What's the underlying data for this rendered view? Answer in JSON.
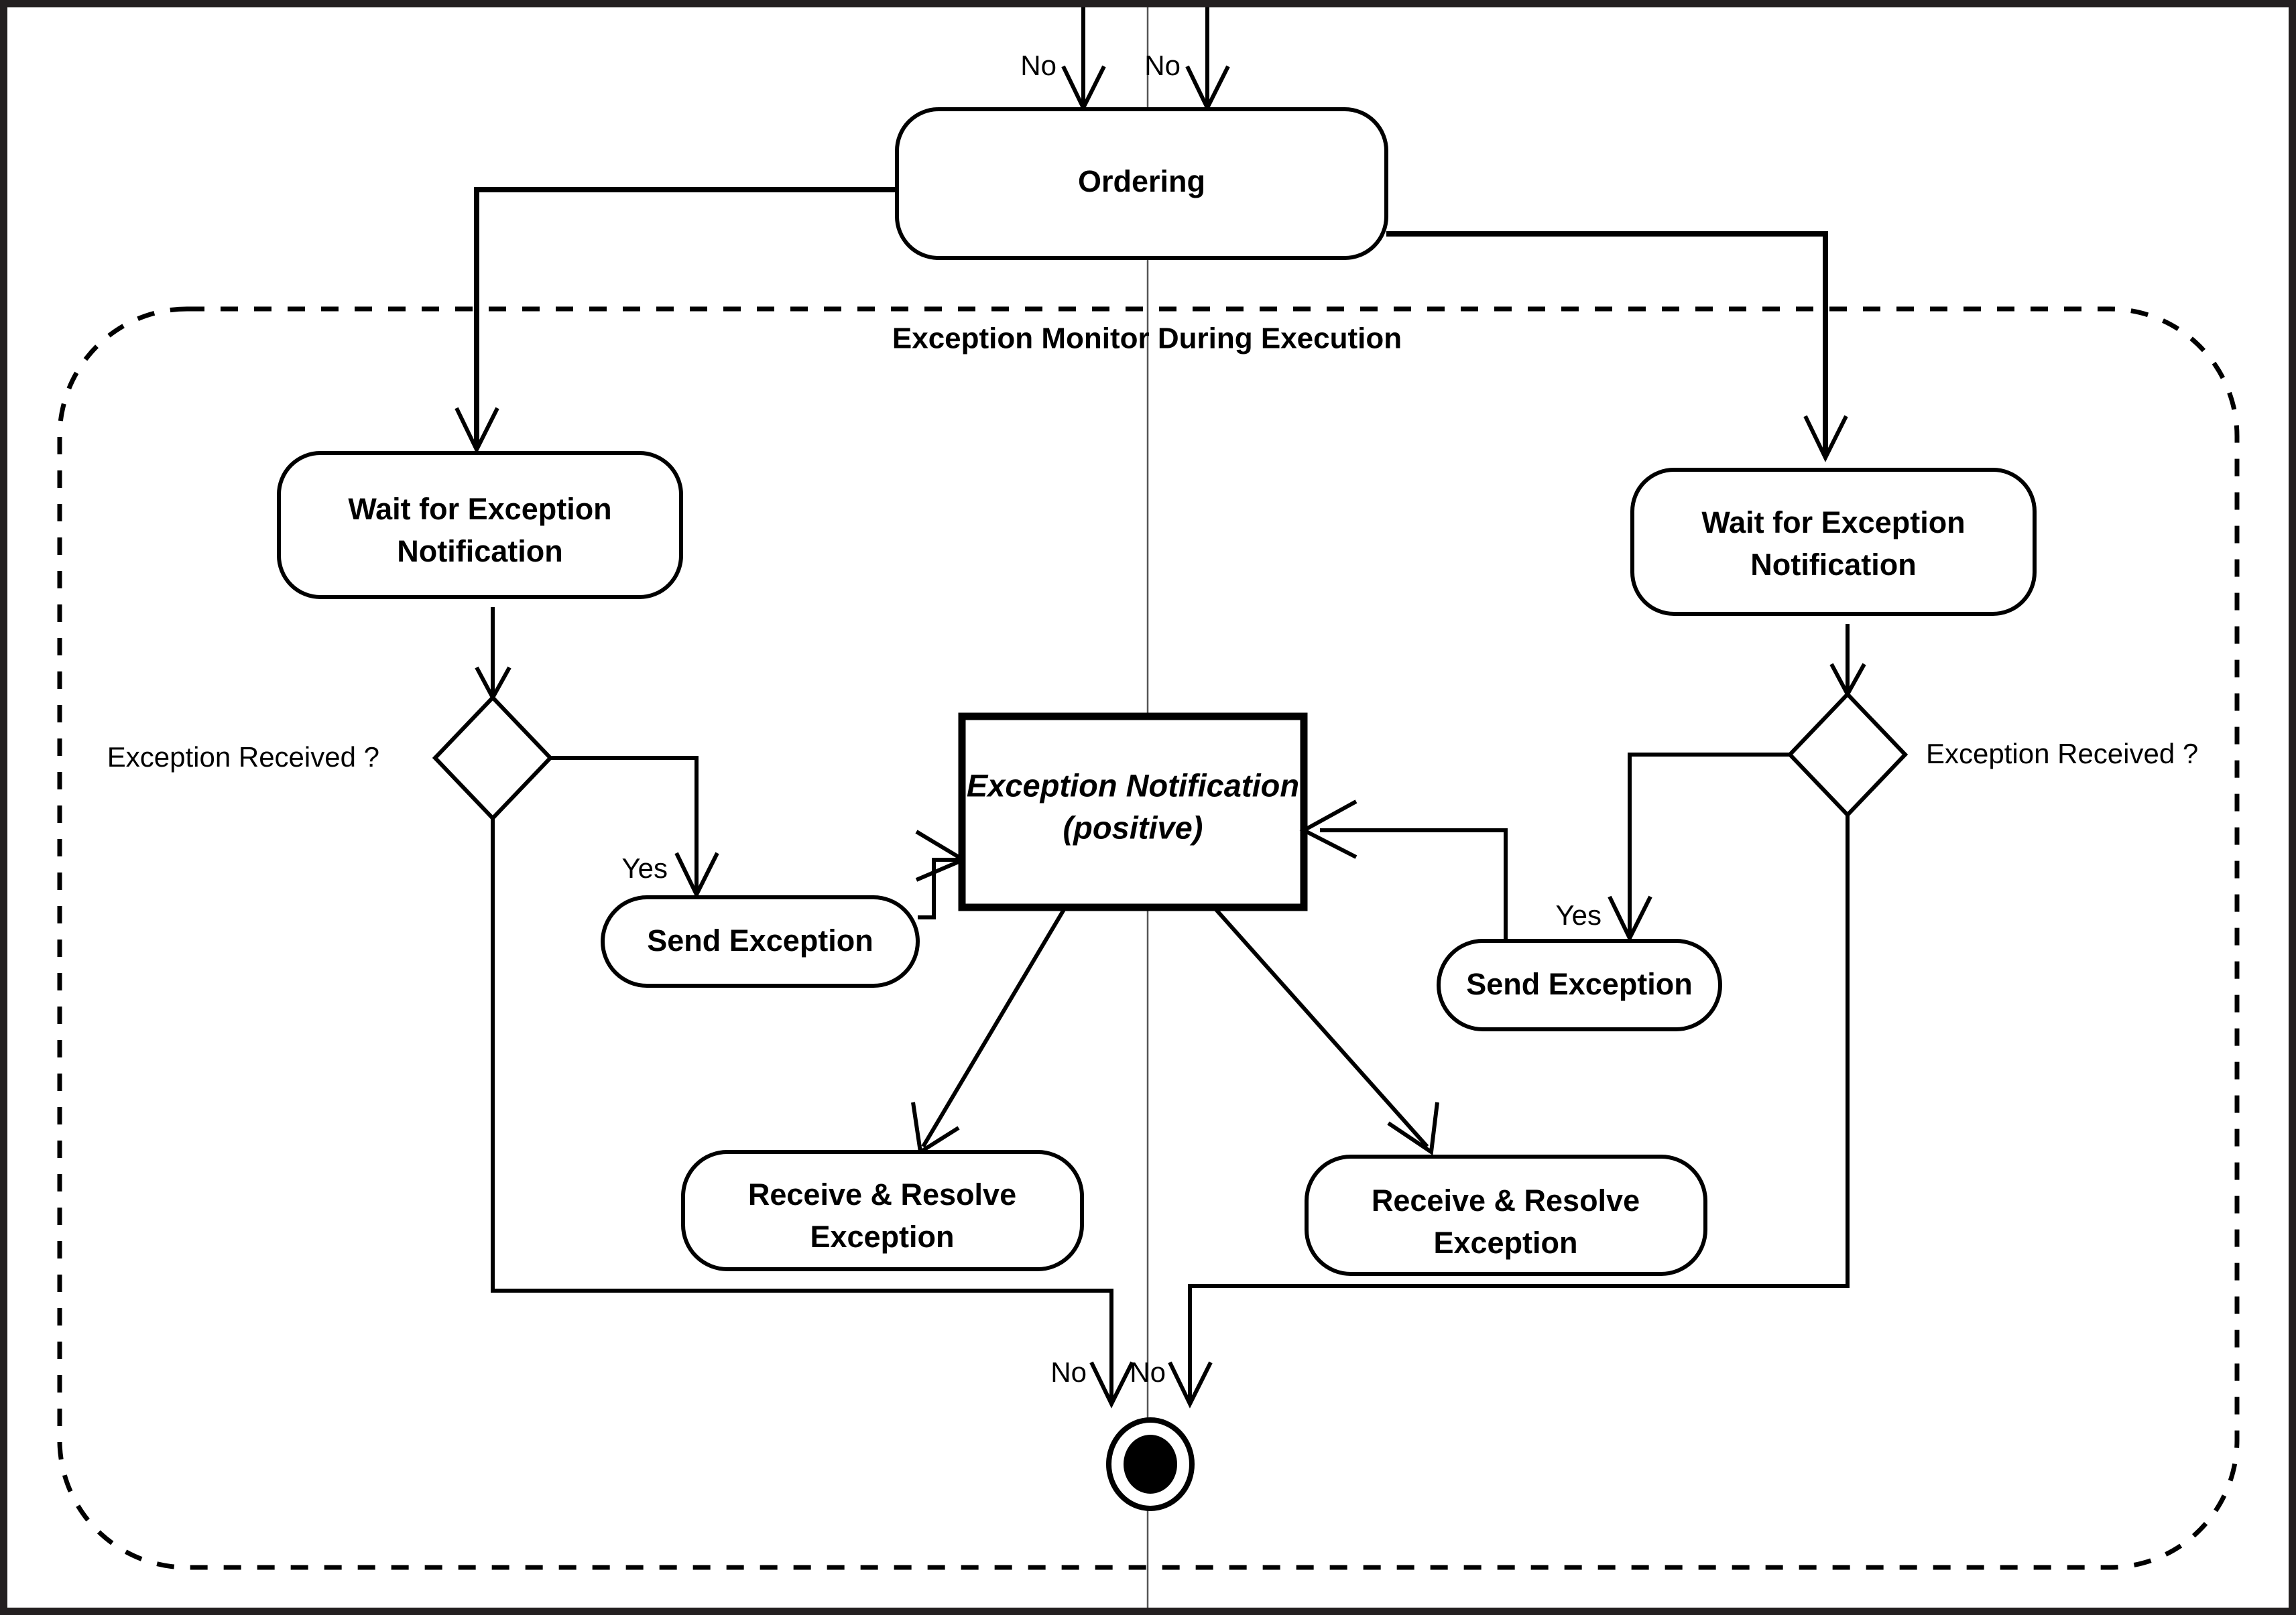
{
  "diagram": {
    "type": "uml-activity-diagram",
    "partition": {
      "label": "Exception Monitor During Execution"
    },
    "nodes": {
      "ordering": {
        "label": "Ordering",
        "shape": "rounded-rectangle"
      },
      "wait_left_line1": "Wait for Exception",
      "wait_left_line2": "Notification",
      "wait_right_line1": "Wait for Exception",
      "wait_right_line2": "Notification",
      "send_left": "Send Exception",
      "send_right": "Send Exception",
      "notification_line1": "Exception Notification",
      "notification_line2": "(positive)",
      "receive_left_line1": "Receive & Resolve",
      "receive_left_line2": "Exception",
      "receive_right_line1": "Receive & Resolve",
      "receive_right_line2": "Exception",
      "final_node": "final-node"
    },
    "decisions": {
      "left_guard": "Exception Received ?",
      "right_guard": "Exception Received ?"
    },
    "edge_labels": {
      "top_no_left": "No",
      "top_no_right": "No",
      "yes_left": "Yes",
      "yes_right": "Yes",
      "bottom_no_left": "No",
      "bottom_no_right": "No"
    },
    "colors": {
      "frame": "#231f20",
      "stroke": "#000000",
      "background": "#ffffff",
      "lane_divider": "#555555"
    }
  }
}
